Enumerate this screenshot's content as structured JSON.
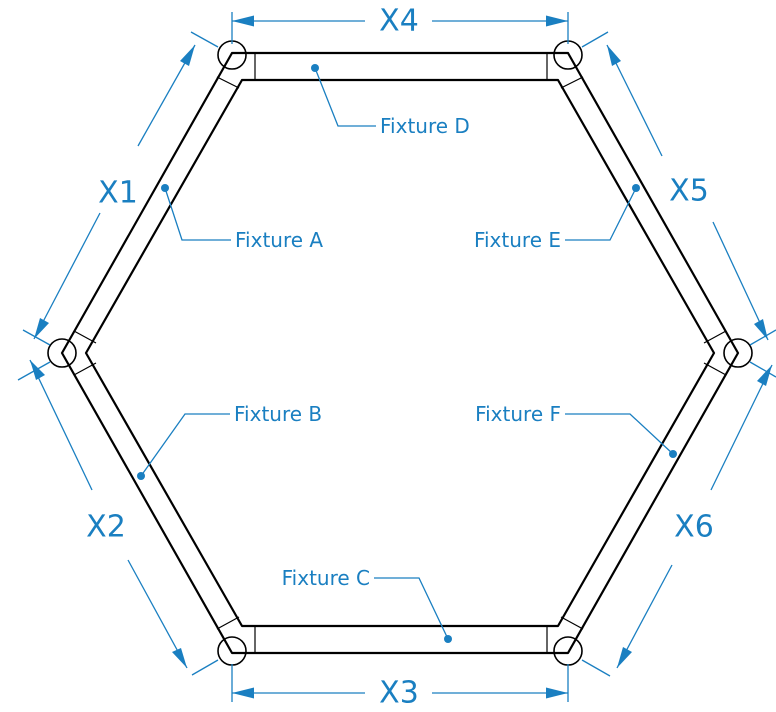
{
  "colors": {
    "annotation": "#1a7fc1",
    "outline": "#000000",
    "background": "#ffffff"
  },
  "dimensions": {
    "x1": "X1",
    "x2": "X2",
    "x3": "X3",
    "x4": "X4",
    "x5": "X5",
    "x6": "X6"
  },
  "fixtures": {
    "a": "Fixture A",
    "b": "Fixture B",
    "c": "Fixture C",
    "d": "Fixture D",
    "e": "Fixture E",
    "f": "Fixture F"
  }
}
